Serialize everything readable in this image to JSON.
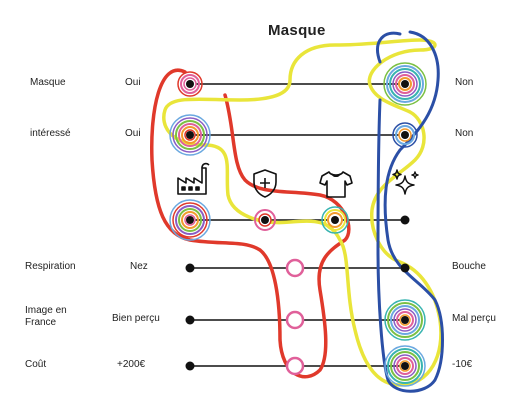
{
  "title": "Masque",
  "rows": [
    {
      "label": "Masque",
      "left": "Oui",
      "right": "Non"
    },
    {
      "label": "intéressé",
      "left": "Oui",
      "right": "Non"
    },
    {
      "label": "Respiration",
      "left": "Nez",
      "right": "Bouche"
    },
    {
      "label": "Image en France",
      "left": "Bien perçu",
      "right": "Mal perçu"
    },
    {
      "label": "Coût",
      "left": "+200€",
      "right": "-10€"
    }
  ],
  "icons": [
    "factory-icon",
    "shield-plus-icon",
    "tshirt-icon",
    "sparkles-icon"
  ],
  "colors": {
    "line": "#111111",
    "red_contour": "#e0392b",
    "yellow_contour": "#e9e53a",
    "blue_contour": "#2b4fa6",
    "ring_pink": "#e0609a",
    "ring_orange": "#f29a2e",
    "ring_teal": "#38b4b0",
    "ring_green": "#7bc043",
    "ring_blue": "#6aa8e0",
    "ring_purple": "#8a5cc4"
  }
}
